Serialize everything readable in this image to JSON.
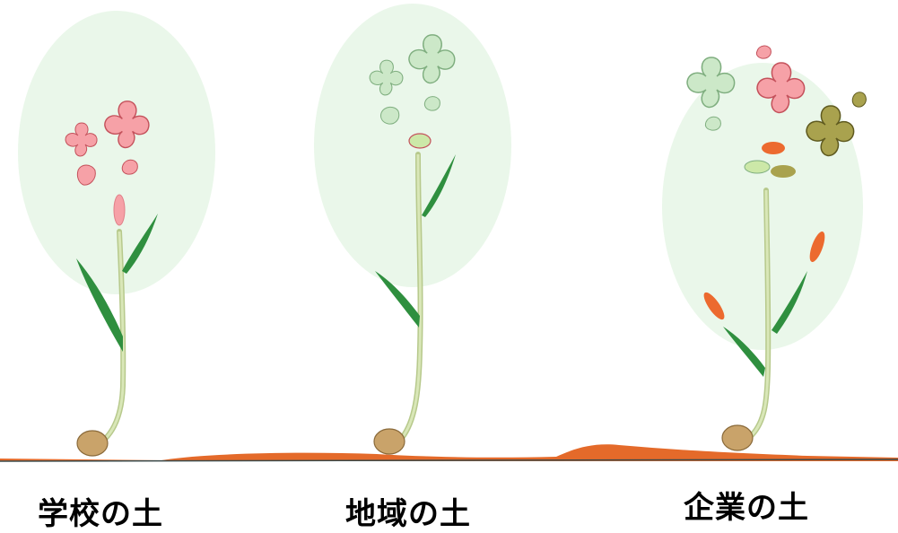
{
  "labels": {
    "school": "学校の土",
    "community": "地域の土",
    "company": "企業の土"
  },
  "colors": {
    "halo": "#eaf7ea",
    "pink_petal": "#f6a1a7",
    "green_petal": "#cce8c8",
    "olive_petal": "#a9a24e",
    "stem": "#c8d9a4",
    "leaf": "#2f8f3f",
    "seed": "#c9a36a",
    "soil": "#e46a2a",
    "orange_bud": "#ec6a2f",
    "ground_line": "#3a4a4a"
  }
}
